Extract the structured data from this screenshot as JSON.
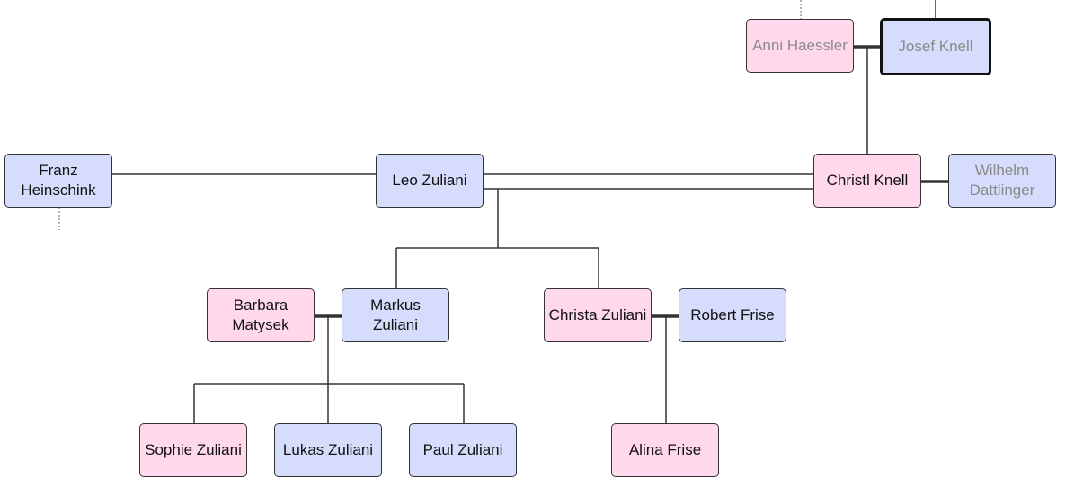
{
  "colors": {
    "female": "#ffd8ec",
    "male": "#d6dcfb",
    "line": "#333333",
    "faded_text": "#8a8a8a"
  },
  "people": {
    "anni": {
      "name": "Anni Haessler",
      "gender": "female",
      "faded": true
    },
    "josef": {
      "name": "Josef Knell",
      "gender": "male",
      "faded": true,
      "selected": true
    },
    "franz": {
      "name": "Franz Heinschink",
      "gender": "male",
      "faded": false
    },
    "leo": {
      "name": "Leo Zuliani",
      "gender": "male",
      "faded": false
    },
    "christl": {
      "name": "Christl Knell",
      "gender": "female",
      "faded": false
    },
    "wilhelm": {
      "name": "Wilhelm Dattlinger",
      "gender": "male",
      "faded": true
    },
    "barbara": {
      "name": "Barbara Matysek",
      "gender": "female",
      "faded": false
    },
    "markus": {
      "name": "Markus Zuliani",
      "gender": "male",
      "faded": false
    },
    "christa": {
      "name": "Christa Zuliani",
      "gender": "female",
      "faded": false
    },
    "robert": {
      "name": "Robert Frise",
      "gender": "male",
      "faded": false
    },
    "sophie": {
      "name": "Sophie Zuliani",
      "gender": "female",
      "faded": false
    },
    "lukas": {
      "name": "Lukas Zuliani",
      "gender": "male",
      "faded": false
    },
    "paul": {
      "name": "Paul Zuliani",
      "gender": "male",
      "faded": false
    },
    "alina": {
      "name": "Alina Frise",
      "gender": "female",
      "faded": false
    }
  },
  "relations": {
    "partners": [
      [
        "anni",
        "josef"
      ],
      [
        "franz",
        "leo"
      ],
      [
        "leo",
        "christl"
      ],
      [
        "christl",
        "wilhelm"
      ],
      [
        "barbara",
        "markus"
      ],
      [
        "christa",
        "robert"
      ]
    ],
    "children": [
      {
        "parents": [
          "anni",
          "josef"
        ],
        "child": "christl"
      },
      {
        "parents": [
          "leo",
          "christl"
        ],
        "children": [
          "markus",
          "christa"
        ]
      },
      {
        "parents": [
          "barbara",
          "markus"
        ],
        "children": [
          "sophie",
          "lukas",
          "paul"
        ]
      },
      {
        "parents": [
          "christa",
          "robert"
        ],
        "children": [
          "alina"
        ]
      }
    ]
  }
}
